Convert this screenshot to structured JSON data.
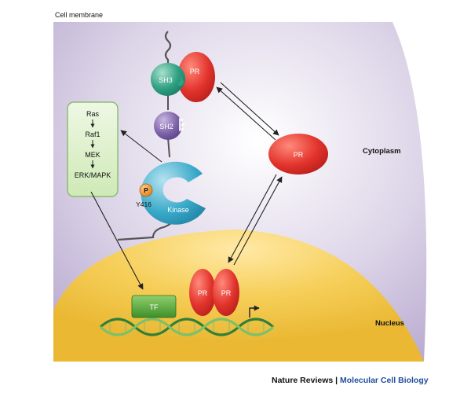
{
  "labels": {
    "cell_membrane": "Cell membrane",
    "cytoplasm": "Cytoplasm",
    "nucleus": "Nucleus",
    "sh3": "SH3",
    "sh2": "SH2",
    "kinase": "Kinase",
    "phospho": "P",
    "y416": "Y416",
    "pr_bound": "PR",
    "pr_cytoplasm": "PR",
    "pr_dimer_left": "PR",
    "pr_dimer_right": "PR",
    "tf": "TF"
  },
  "pathway": {
    "steps": [
      "Ras",
      "Raf1",
      "MEK",
      "ERK/MAPK"
    ]
  },
  "caption": {
    "publisher": "Nature Reviews",
    "separator": "|",
    "journal": "Molecular Cell Biology"
  },
  "colors": {
    "cytoplasm": "#c9bedb",
    "nucleus": "#f0c23c",
    "pr": "#e2332c",
    "sh3": "#2fa184",
    "sh2": "#7d62a8",
    "kinase": "#39a9c9",
    "phospho": "#e88a1f",
    "pathway_box": "#d9efc4",
    "tf": "#5caa3c",
    "journal": "#1f4e9c"
  }
}
